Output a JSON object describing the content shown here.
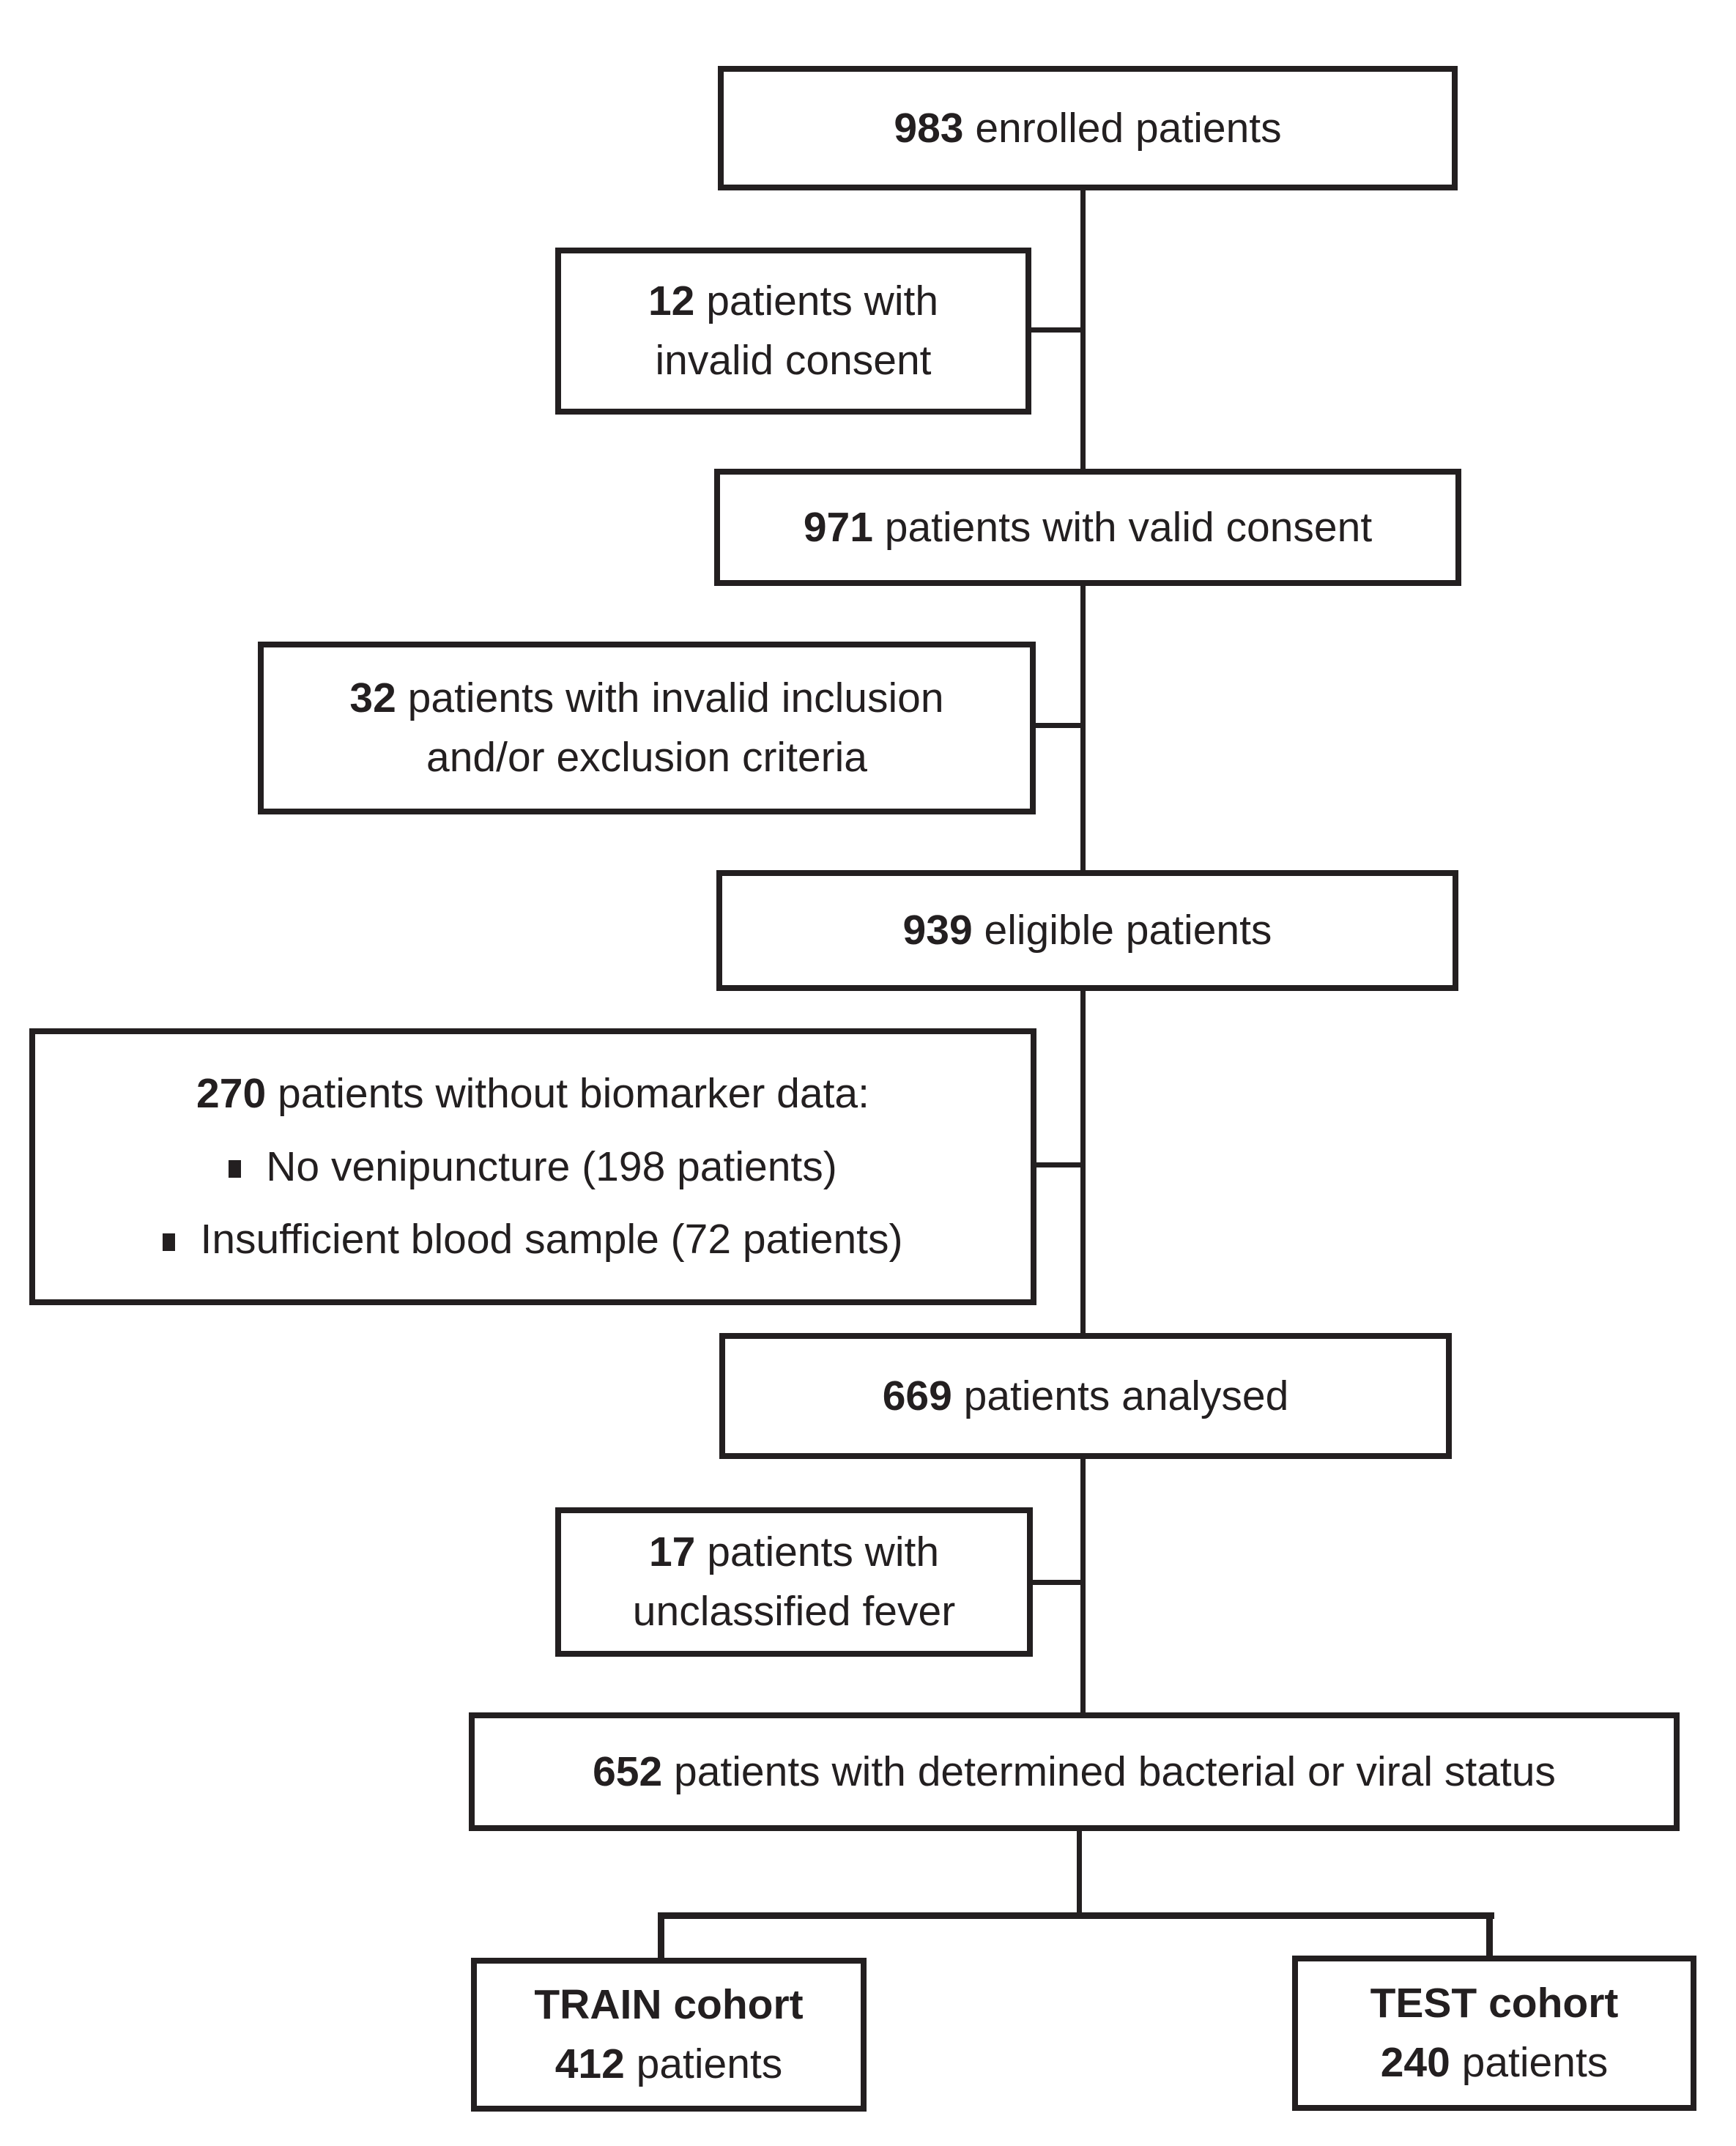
{
  "figure": {
    "background": "#ffffff",
    "ink_color": "#231f20"
  },
  "boxes": {
    "enrolled": {
      "count": "983",
      "label": "enrolled patients"
    },
    "invalid_consent": {
      "count": "12",
      "line1": "patients with",
      "line2": "invalid consent"
    },
    "valid_consent": {
      "count": "971",
      "label": "patients with valid consent"
    },
    "invalid_criteria": {
      "count": "32",
      "line1": "patients with invalid inclusion",
      "line2": "and/or exclusion criteria"
    },
    "eligible": {
      "count": "939",
      "label": "eligible patients"
    },
    "no_biomarker": {
      "count": "270",
      "label": "patients without biomarker data:",
      "bullets": [
        "No venipuncture (198 patients)",
        "Insufficient blood sample (72 patients)"
      ]
    },
    "analysed": {
      "count": "669",
      "label": "patients analysed"
    },
    "unclassified_fever": {
      "count": "17",
      "line1": "patients with",
      "line2": "unclassified fever"
    },
    "determined_status": {
      "count": "652",
      "label": "patients with determined bacterial or viral status"
    },
    "train_cohort": {
      "title": "TRAIN cohort",
      "count": "412",
      "label": "patients"
    },
    "test_cohort": {
      "title": "TEST cohort",
      "count": "240",
      "label": "patients"
    }
  }
}
